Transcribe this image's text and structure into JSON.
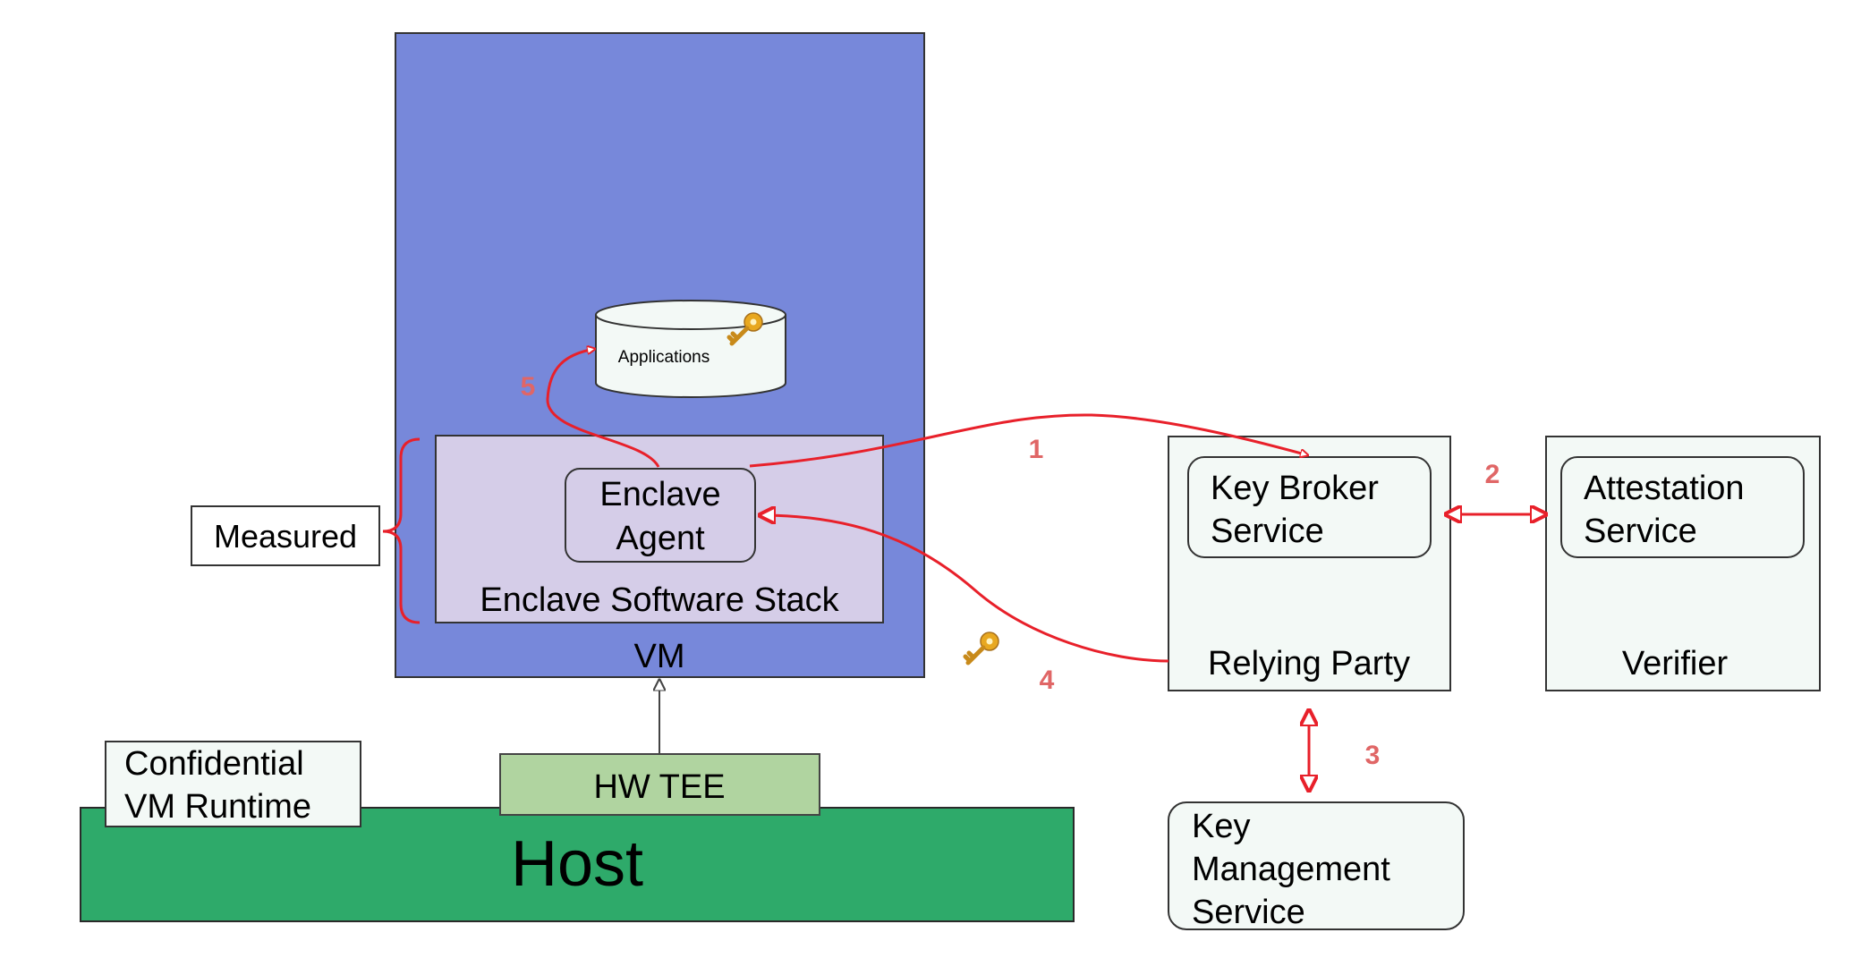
{
  "host": {
    "label": "Host"
  },
  "hw_tee": {
    "label": "HW TEE"
  },
  "runtime": {
    "line1": "Confidential",
    "line2": "VM Runtime"
  },
  "vm": {
    "label": "VM"
  },
  "stack": {
    "label": "Enclave Software Stack"
  },
  "agent": {
    "line1": "Enclave",
    "line2": "Agent"
  },
  "applications": {
    "label": "Applications"
  },
  "measured": {
    "label": "Measured"
  },
  "relying_party": {
    "label": "Relying Party",
    "kbs": {
      "line1": "Key Broker",
      "line2": "Service"
    }
  },
  "verifier": {
    "label": "Verifier",
    "attestation": {
      "line1": "Attestation",
      "line2": "Service"
    }
  },
  "kms": {
    "line1": "Key",
    "line2": "Management",
    "line3": "Service"
  },
  "steps": {
    "s1": "1",
    "s2": "2",
    "s3": "3",
    "s4": "4",
    "s5": "5"
  },
  "icons": [
    "key-icon"
  ],
  "colors": {
    "host": "#2eaa6a",
    "hw_tee": "#b0d4a0",
    "vm": "#7788da",
    "stack": "#d5cde8",
    "box_fill": "#f3f9f6",
    "arrow": "#e8202a",
    "step_number": "#e06666",
    "key": "#e0a020"
  }
}
